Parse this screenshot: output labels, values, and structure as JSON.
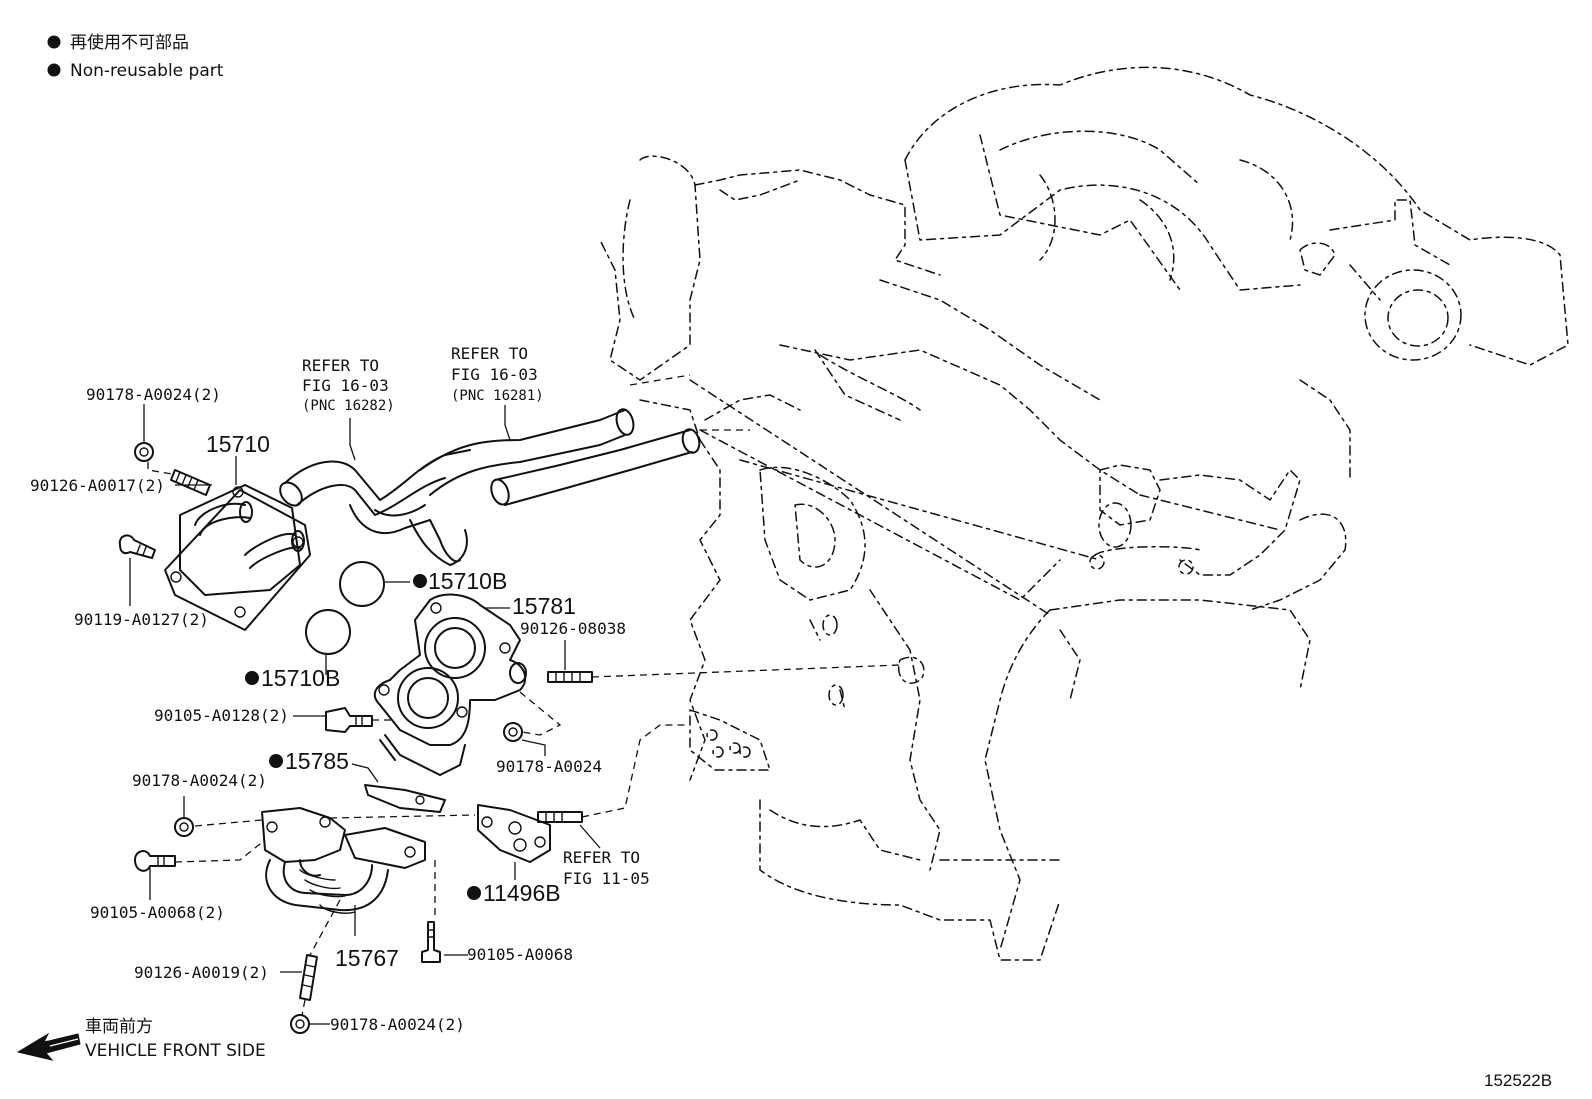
{
  "legend": {
    "jp": "再使用不可部品",
    "en": "Non-reusable part"
  },
  "direction": {
    "jp": "車両前方",
    "en": "VEHICLE FRONT SIDE"
  },
  "illustration_id": "152522B",
  "refer_1": {
    "line1": "REFER TO",
    "line2": "FIG 16-03",
    "line3": "(PNC 16282)"
  },
  "refer_2": {
    "line1": "REFER TO",
    "line2": "FIG 16-03",
    "line3": "(PNC 16281)"
  },
  "refer_3": {
    "line1": "REFER TO",
    "line2": "FIG 11-05"
  },
  "parts": {
    "p90178_top": "90178-A0024(2)",
    "p15710": "15710",
    "p90126_a0017": "90126-A0017(2)",
    "p90119": "90119-A0127(2)",
    "p15710b_upper": "15710B",
    "p15710b_lower": "15710B",
    "p15781": "15781",
    "p90126_08038": "90126-08038",
    "p90105_a0128": "90105-A0128(2)",
    "p90178_mid": "90178-A0024",
    "p15785": "15785",
    "p90178_left": "90178-A0024(2)",
    "p90105_a0068_2": "90105-A0068(2)",
    "p11496b": "11496B",
    "p15767": "15767",
    "p90105_a0068": "90105-A0068",
    "p90126_a0019": "90126-A0019(2)",
    "p90178_bottom": "90178-A0024(2)"
  }
}
